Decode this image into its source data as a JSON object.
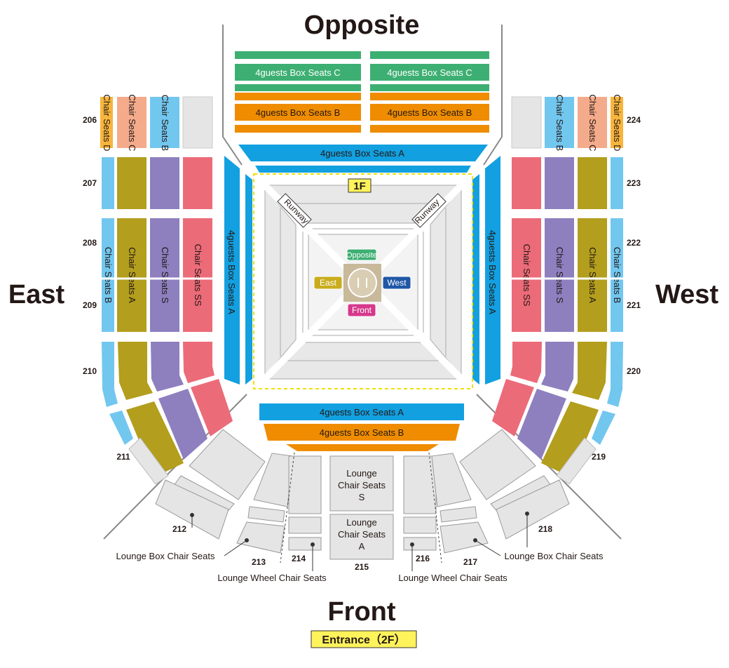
{
  "directions": {
    "opposite": "Opposite",
    "front": "Front",
    "east": "East",
    "west": "West"
  },
  "entrance": "Entrance（2F）",
  "floor_label": "1F",
  "runway": "Runway",
  "ring_markers": {
    "opposite": "Opposite",
    "east": "East",
    "west": "West",
    "front": "Front"
  },
  "box_seats": {
    "c": "4guests Box Seats C",
    "b": "4guests Box Seats B",
    "a": "4guests Box Seats A"
  },
  "chair_seats": {
    "d": "Chair Seats D",
    "c": "Chair Seats C",
    "b": "Chair Seats B",
    "a": "Chair Seats A",
    "s": "Chair Seats S",
    "ss": "Chair Seats SS"
  },
  "lounge": {
    "s": [
      "Lounge",
      "Chair Seats",
      "S"
    ],
    "a": [
      "Lounge",
      "Chair Seats",
      "A"
    ],
    "box": "Lounge Box Chair Seats",
    "wheel": "Lounge Wheel Chair Seats"
  },
  "sections": {
    "s206": "206",
    "s207": "207",
    "s208": "208",
    "s209": "209",
    "s210": "210",
    "s211": "211",
    "s212": "212",
    "s213": "213",
    "s214": "214",
    "s215": "215",
    "s216": "216",
    "s217": "217",
    "s218": "218",
    "s219": "219",
    "s220": "220",
    "s221": "221",
    "s222": "222",
    "s223": "223",
    "s224": "224"
  },
  "colors": {
    "box_c": "#3daf72",
    "box_b": "#ef8c00",
    "box_a": "#12a0e0",
    "chair_d": "#f7b53d",
    "chair_c": "#f4ab8b",
    "chair_b": "#72c7ef",
    "chair_a": "#b39e1d",
    "chair_s": "#8e7fbf",
    "chair_ss": "#ec6b79",
    "gray": "#e5e5e5",
    "floor": "#fff35c"
  }
}
